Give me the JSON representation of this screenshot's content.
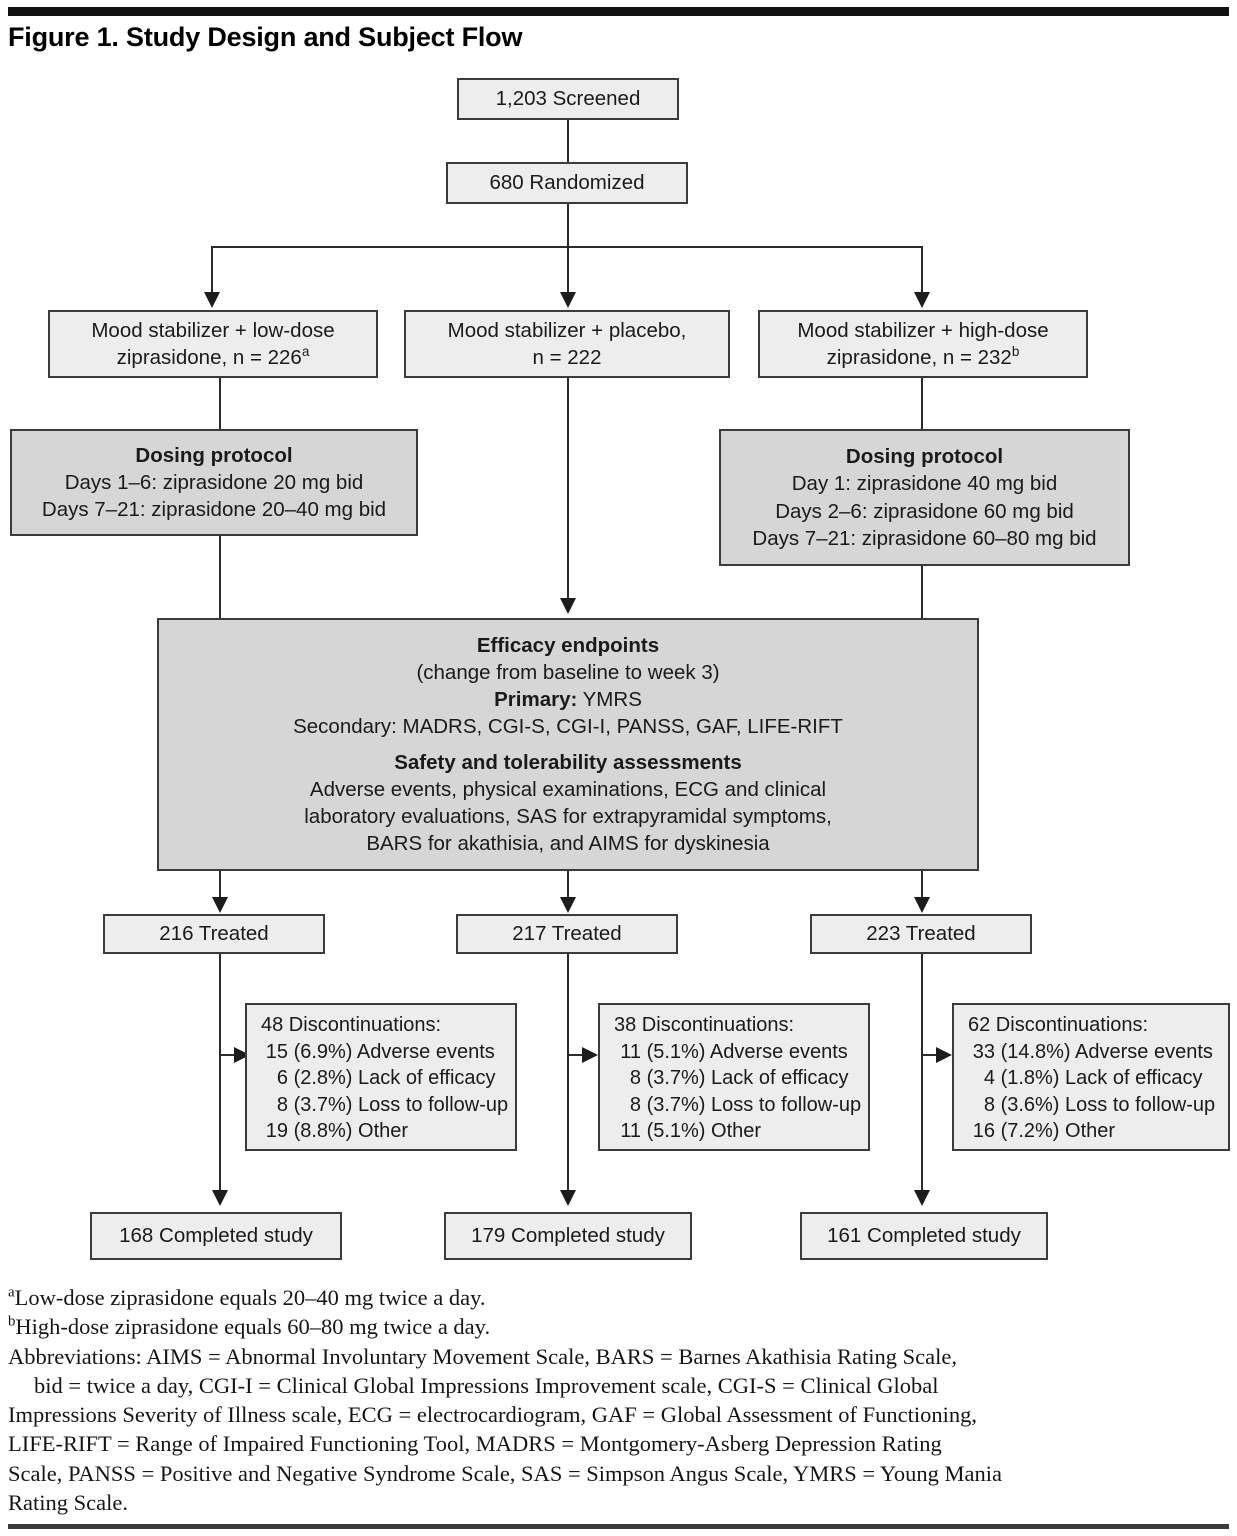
{
  "figure": {
    "title": "Figure 1. Study Design and Subject Flow"
  },
  "flow": {
    "screened": "1,203 Screened",
    "randomized": "680 Randomized",
    "arms": [
      {
        "name": "low-dose",
        "line1": "Mood stabilizer + low-dose",
        "line2_pre": "ziprasidone, n = 226",
        "line2_sup": "a",
        "treated": "216 Treated",
        "completed": "168 Completed study",
        "dosing": {
          "heading": "Dosing protocol",
          "lines": [
            "Days 1–6: ziprasidone 20 mg bid",
            "Days 7–21: ziprasidone 20–40 mg bid"
          ]
        },
        "discontinuations": {
          "heading": "48 Discontinuations:",
          "rows": [
            {
              "n": "15",
              "pct": "(6.9%)",
              "reason": "Adverse events"
            },
            {
              "n": "6",
              "pct": "(2.8%)",
              "reason": "Lack of efficacy"
            },
            {
              "n": "8",
              "pct": "(3.7%)",
              "reason": "Loss to follow-up"
            },
            {
              "n": "19",
              "pct": "(8.8%)",
              "reason": "Other"
            }
          ]
        }
      },
      {
        "name": "placebo",
        "line1": "Mood stabilizer + placebo,",
        "line2_pre": "n = 222",
        "line2_sup": "",
        "treated": "217 Treated",
        "completed": "179 Completed study",
        "dosing": null,
        "discontinuations": {
          "heading": "38 Discontinuations:",
          "rows": [
            {
              "n": "11",
              "pct": "(5.1%)",
              "reason": "Adverse events"
            },
            {
              "n": "8",
              "pct": "(3.7%)",
              "reason": "Lack of efficacy"
            },
            {
              "n": "8",
              "pct": "(3.7%)",
              "reason": "Loss to follow-up"
            },
            {
              "n": "11",
              "pct": "(5.1%)",
              "reason": "Other"
            }
          ]
        }
      },
      {
        "name": "high-dose",
        "line1": "Mood stabilizer + high-dose",
        "line2_pre": "ziprasidone, n = 232",
        "line2_sup": "b",
        "treated": "223 Treated",
        "completed": "161 Completed study",
        "dosing": {
          "heading": "Dosing protocol",
          "lines": [
            "Day 1: ziprasidone 40 mg bid",
            "Days 2–6: ziprasidone 60 mg bid",
            "Days 7–21: ziprasidone 60–80 mg bid"
          ]
        },
        "discontinuations": {
          "heading": "62 Discontinuations:",
          "rows": [
            {
              "n": "33",
              "pct": "(14.8%)",
              "reason": "Adverse events"
            },
            {
              "n": "4",
              "pct": "(1.8%)",
              "reason": "Lack of efficacy"
            },
            {
              "n": "8",
              "pct": "(3.6%)",
              "reason": "Loss to follow-up"
            },
            {
              "n": "16",
              "pct": "(7.2%)",
              "reason": "Other"
            }
          ]
        }
      }
    ],
    "endpoints": {
      "efficacy_heading": "Efficacy endpoints",
      "efficacy_sub": "(change from baseline to week 3)",
      "primary_label": "Primary:",
      "primary_value": " YMRS",
      "secondary": "Secondary: MADRS, CGI-S, CGI-I, PANSS, GAF, LIFE-RIFT",
      "safety_heading": "Safety and tolerability assessments",
      "safety_lines": [
        "Adverse events, physical examinations, ECG and clinical",
        "laboratory evaluations, SAS for extrapyramidal symptoms,",
        "BARS for akathisia, and AIMS for dyskinesia"
      ]
    }
  },
  "footnotes": {
    "a_marker": "a",
    "a_text": "Low-dose ziprasidone equals 20–40 mg twice a day.",
    "b_marker": "b",
    "b_text": "High-dose ziprasidone equals 60–80 mg twice a day.",
    "abbrev_line1": "Abbreviations: AIMS = Abnormal Involuntary Movement Scale, BARS = Barnes Akathisia Rating Scale,",
    "abbrev_line2": "bid = twice a day, CGI-I = Clinical Global Impressions Improvement scale, CGI-S = Clinical Global",
    "abbrev_line3": "Impressions Severity of Illness scale, ECG = electrocardiogram, GAF = Global Assessment of Functioning,",
    "abbrev_line4": "LIFE-RIFT = Range of Impaired Functioning Tool, MADRS = Montgomery-Asberg Depression Rating",
    "abbrev_line5": "Scale, PANSS = Positive and Negative Syndrome Scale, SAS = Simpson Angus Scale, YMRS = Young Mania",
    "abbrev_line6": "Rating Scale."
  },
  "colors": {
    "box_fill": "#ededed",
    "box_fill_dark": "#d6d6d6",
    "box_border": "#3b3b3b",
    "rule": "#111111"
  }
}
